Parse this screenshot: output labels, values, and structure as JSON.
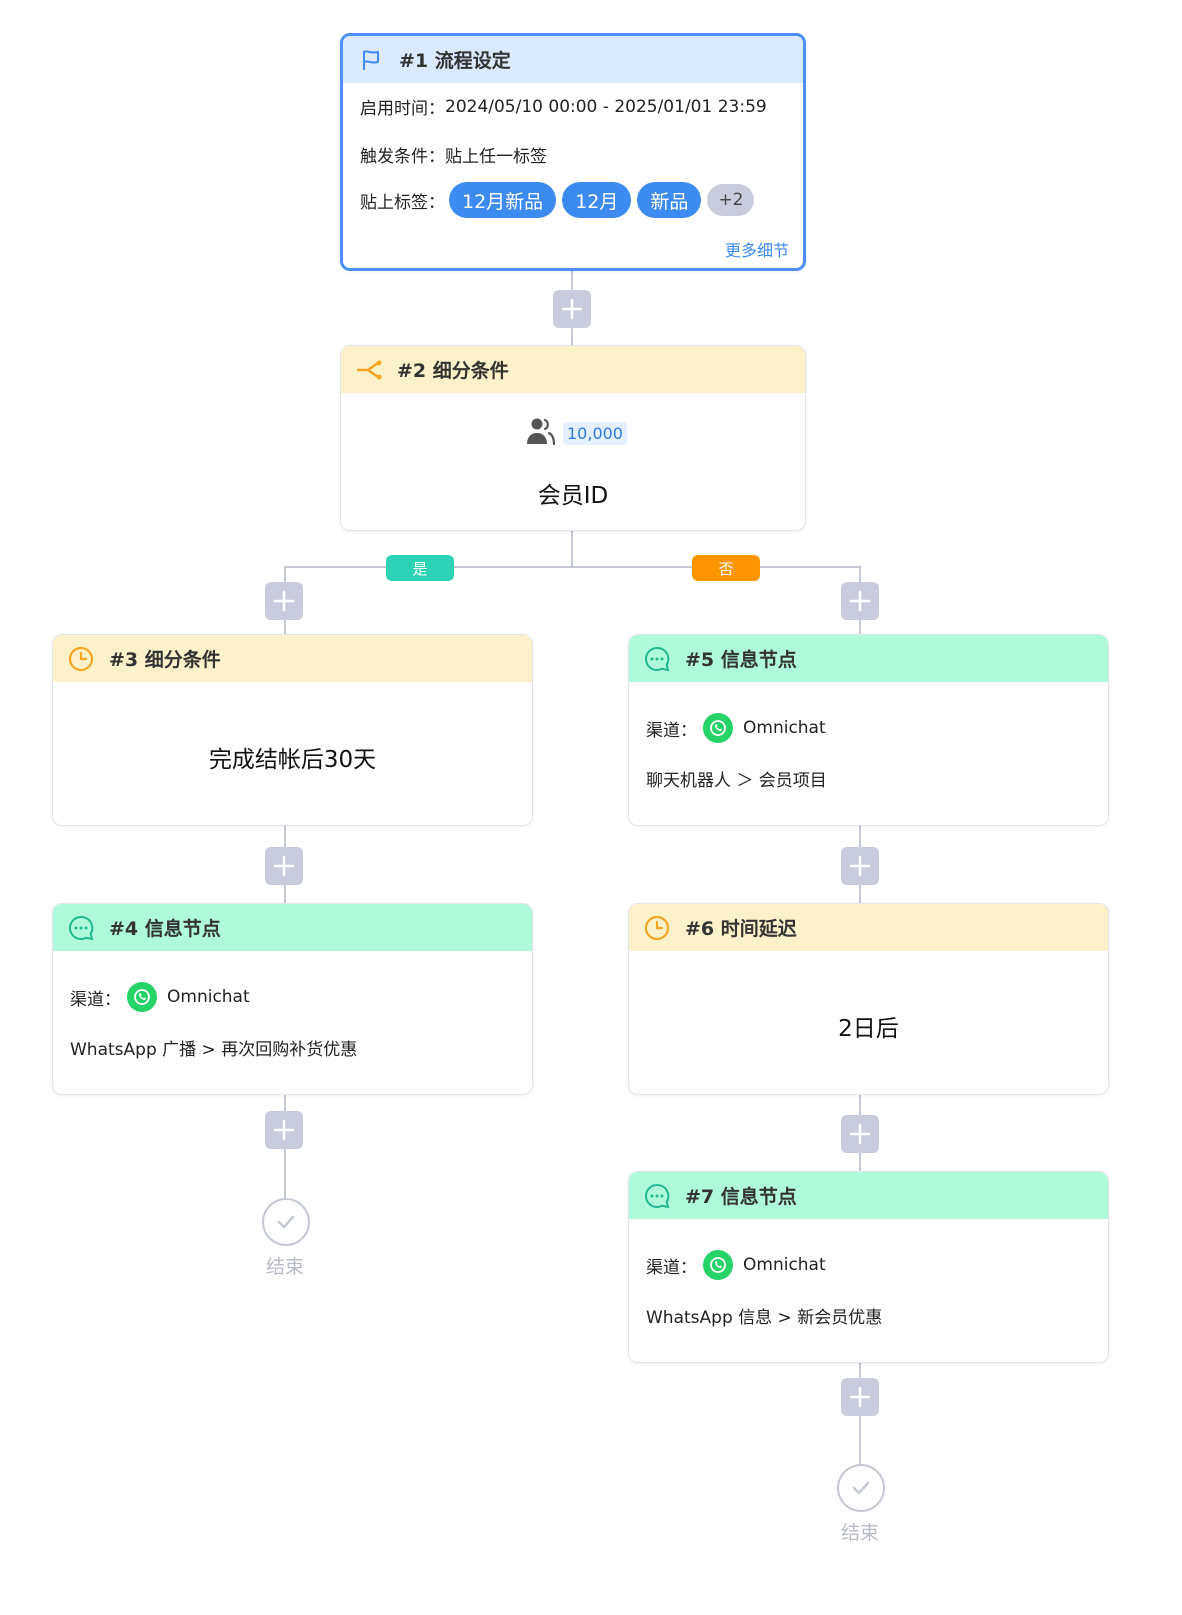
{
  "node1": {
    "title": "#1 流程设定",
    "time_label": "启用时间：",
    "time_value": "2024/05/10 00:00 - 2025/01/01 23:59",
    "trigger_label": "触发条件：",
    "trigger_value": "贴上任一标签",
    "tags_label": "贴上标签：",
    "tags": [
      "12月新品",
      "12月",
      "新品"
    ],
    "tags_more": "+2",
    "more_link": "更多细节"
  },
  "node2": {
    "title": "#2 细分条件",
    "count": "10,000",
    "field": "会员ID"
  },
  "branches": {
    "yes": "是",
    "no": "否"
  },
  "node3": {
    "title": "#3 细分条件",
    "body": "完成结帐后30天"
  },
  "node4": {
    "title": "#4 信息节点",
    "channel_label": "渠道：",
    "channel_value": "Omnichat",
    "path": "WhatsApp 广播 > 再次回购补货优惠"
  },
  "node5": {
    "title": "#5 信息节点",
    "channel_label": "渠道：",
    "channel_value": "Omnichat",
    "path": "聊天机器人 ＞ 会员项目"
  },
  "node6": {
    "title": "#6 时间延迟",
    "body": "2日后"
  },
  "node7": {
    "title": "#7 信息节点",
    "channel_label": "渠道：",
    "channel_value": "Omnichat",
    "path": "WhatsApp 信息 > 新会员优惠"
  },
  "end_label": "结束",
  "colors": {
    "accent_blue": "#3d8af1",
    "yes_badge": "#2ed3b7",
    "no_badge": "#ff9500",
    "whatsapp": "#25d366",
    "message_icon": "#20b98f",
    "clock_icon": "#f5a623"
  }
}
